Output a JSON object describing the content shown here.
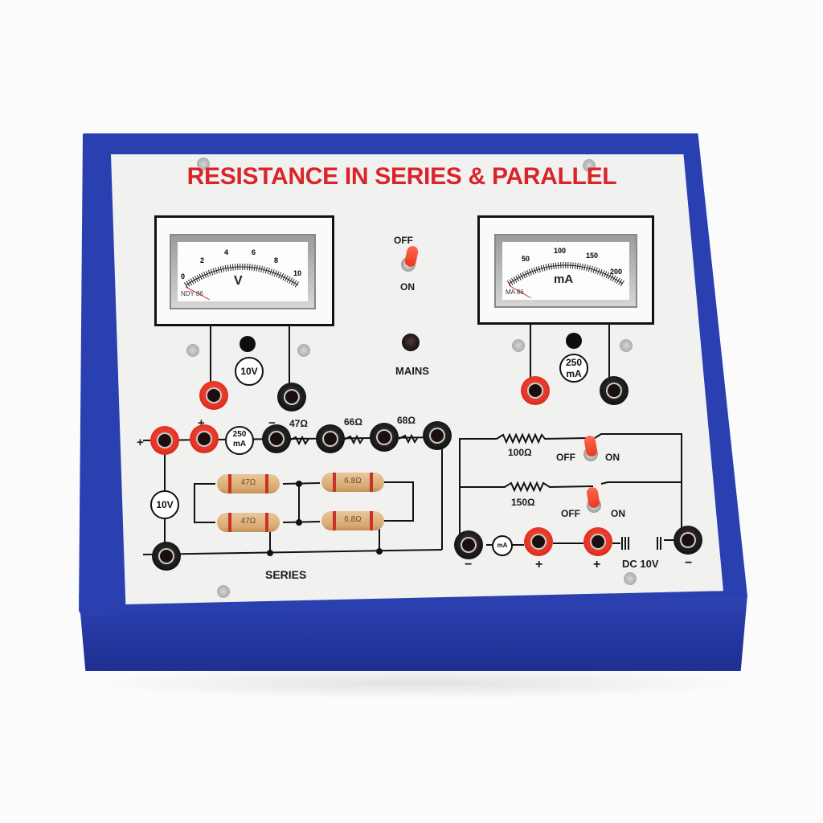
{
  "panel": {
    "title": "RESISTANCE IN SERIES & PARALLEL",
    "case_color": "#2a3fb0",
    "title_color": "#d8242a"
  },
  "voltmeter": {
    "unit": "V",
    "scale": [
      "0",
      "2",
      "4",
      "6",
      "8",
      "10"
    ],
    "maker_mark": "NDY 86",
    "range_label": "10V"
  },
  "ammeter": {
    "unit": "mA",
    "scale": [
      "50",
      "100",
      "150",
      "200"
    ],
    "maker_mark": "MA 86",
    "range_label_top": "250",
    "range_label_bottom": "mA"
  },
  "mains": {
    "switch_off_label": "OFF",
    "switch_on_label": "ON",
    "indicator_label": "MAINS"
  },
  "series_section": {
    "polarity_plus_left": "+",
    "polarity_plus_2": "+",
    "polarity_minus": "−",
    "ammeter_symbol_top": "250",
    "ammeter_symbol_bottom": "mA",
    "supply_symbol": "10V",
    "resistors": [
      "47Ω",
      "66Ω",
      "68Ω"
    ],
    "physical_resistors": [
      "47Ω",
      "6.8Ω",
      "47Ω",
      "6.8Ω"
    ],
    "label": "SERIES"
  },
  "parallel_section": {
    "branch_1": {
      "resistor": "100Ω",
      "off_label": "OFF",
      "on_label": "ON"
    },
    "branch_2": {
      "resistor": "150Ω",
      "off_label": "OFF",
      "on_label": "ON"
    },
    "ammeter_symbol": "mA",
    "terminal_labels": [
      "−",
      "+",
      "+",
      "−"
    ],
    "supply_label": "DC 10V"
  }
}
